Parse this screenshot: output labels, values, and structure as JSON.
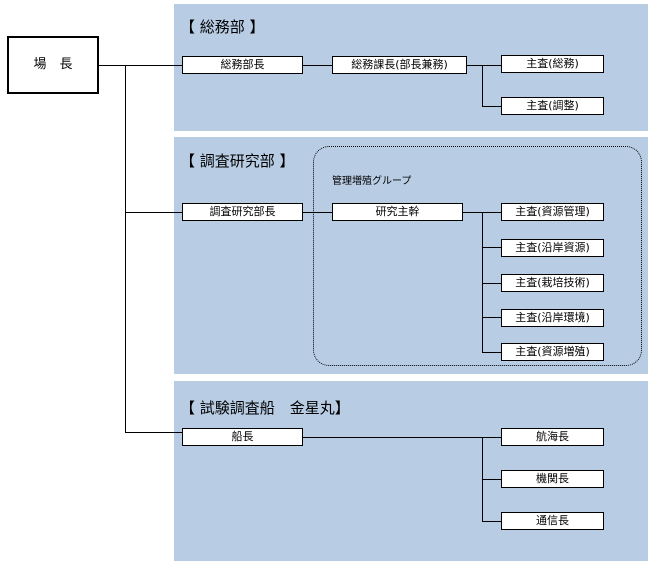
{
  "root": {
    "label": "場　長"
  },
  "departments": [
    {
      "title": "【 総務部 】",
      "head": "総務部長",
      "sub": "総務課長(部長兼務)",
      "staff": [
        "主査(総務)",
        "主査(調整)"
      ]
    },
    {
      "title": "【 調査研究部 】",
      "head": "調査研究部長",
      "group_label": "管理増殖グループ",
      "sub": "研究主幹",
      "staff": [
        "主査(資源管理)",
        "主査(沿岸資源)",
        "主査(栽培技術)",
        "主査(沿岸環境)",
        "主査(資源増殖)"
      ]
    },
    {
      "title": "【 試験調査船　金星丸】",
      "head": "船長",
      "staff": [
        "航海長",
        "機関長",
        "通信長"
      ]
    }
  ],
  "colors": {
    "panel": "#b8cce4",
    "box": "#ffffff",
    "line": "#000000"
  }
}
